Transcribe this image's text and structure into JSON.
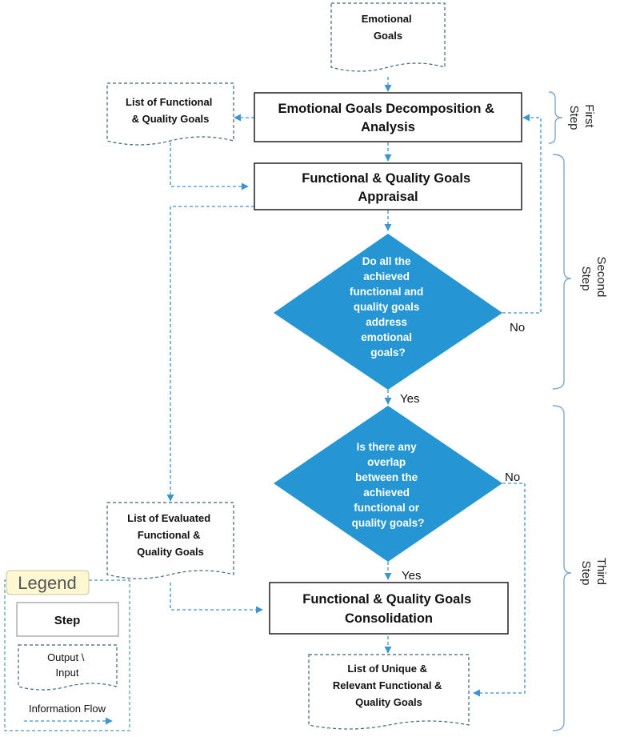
{
  "nodes": {
    "emotional_goals": [
      "Emotional",
      "Goals"
    ],
    "step_decomposition": [
      "Emotional Goals Decomposition &",
      "Analysis"
    ],
    "list_functional_quality": [
      "List of Functional",
      "& Quality Goals"
    ],
    "step_appraisal": [
      "Functional & Quality Goals",
      "Appraisal"
    ],
    "decision_address": [
      "Do all the",
      "achieved",
      "functional and",
      "quality goals",
      "address",
      "emotional",
      "goals?"
    ],
    "decision_overlap": [
      "Is there any",
      "overlap",
      "between the",
      "achieved",
      "functional or",
      "quality goals?"
    ],
    "list_evaluated": [
      "List of Evaluated",
      "Functional &",
      "Quality Goals"
    ],
    "step_consolidation": [
      "Functional & Quality Goals",
      "Consolidation"
    ],
    "list_unique": [
      "List of Unique &",
      "Relevant Functional &",
      "Quality Goals"
    ]
  },
  "edge_labels": {
    "address_no": "No",
    "address_yes": "Yes",
    "overlap_no": "No",
    "overlap_yes": "Yes"
  },
  "phases": {
    "first": [
      "First",
      "Step"
    ],
    "second": [
      "Second",
      "Step"
    ],
    "third": [
      "Third",
      "Step"
    ]
  },
  "legend": {
    "title": "Legend",
    "step": "Step",
    "output_input": [
      "Output \\",
      "Input"
    ],
    "flow": "Information Flow"
  },
  "colors": {
    "decision_fill": "#2596d3",
    "arrow": "#3a95d0",
    "legend_title_bg": "#fdf7d2"
  }
}
